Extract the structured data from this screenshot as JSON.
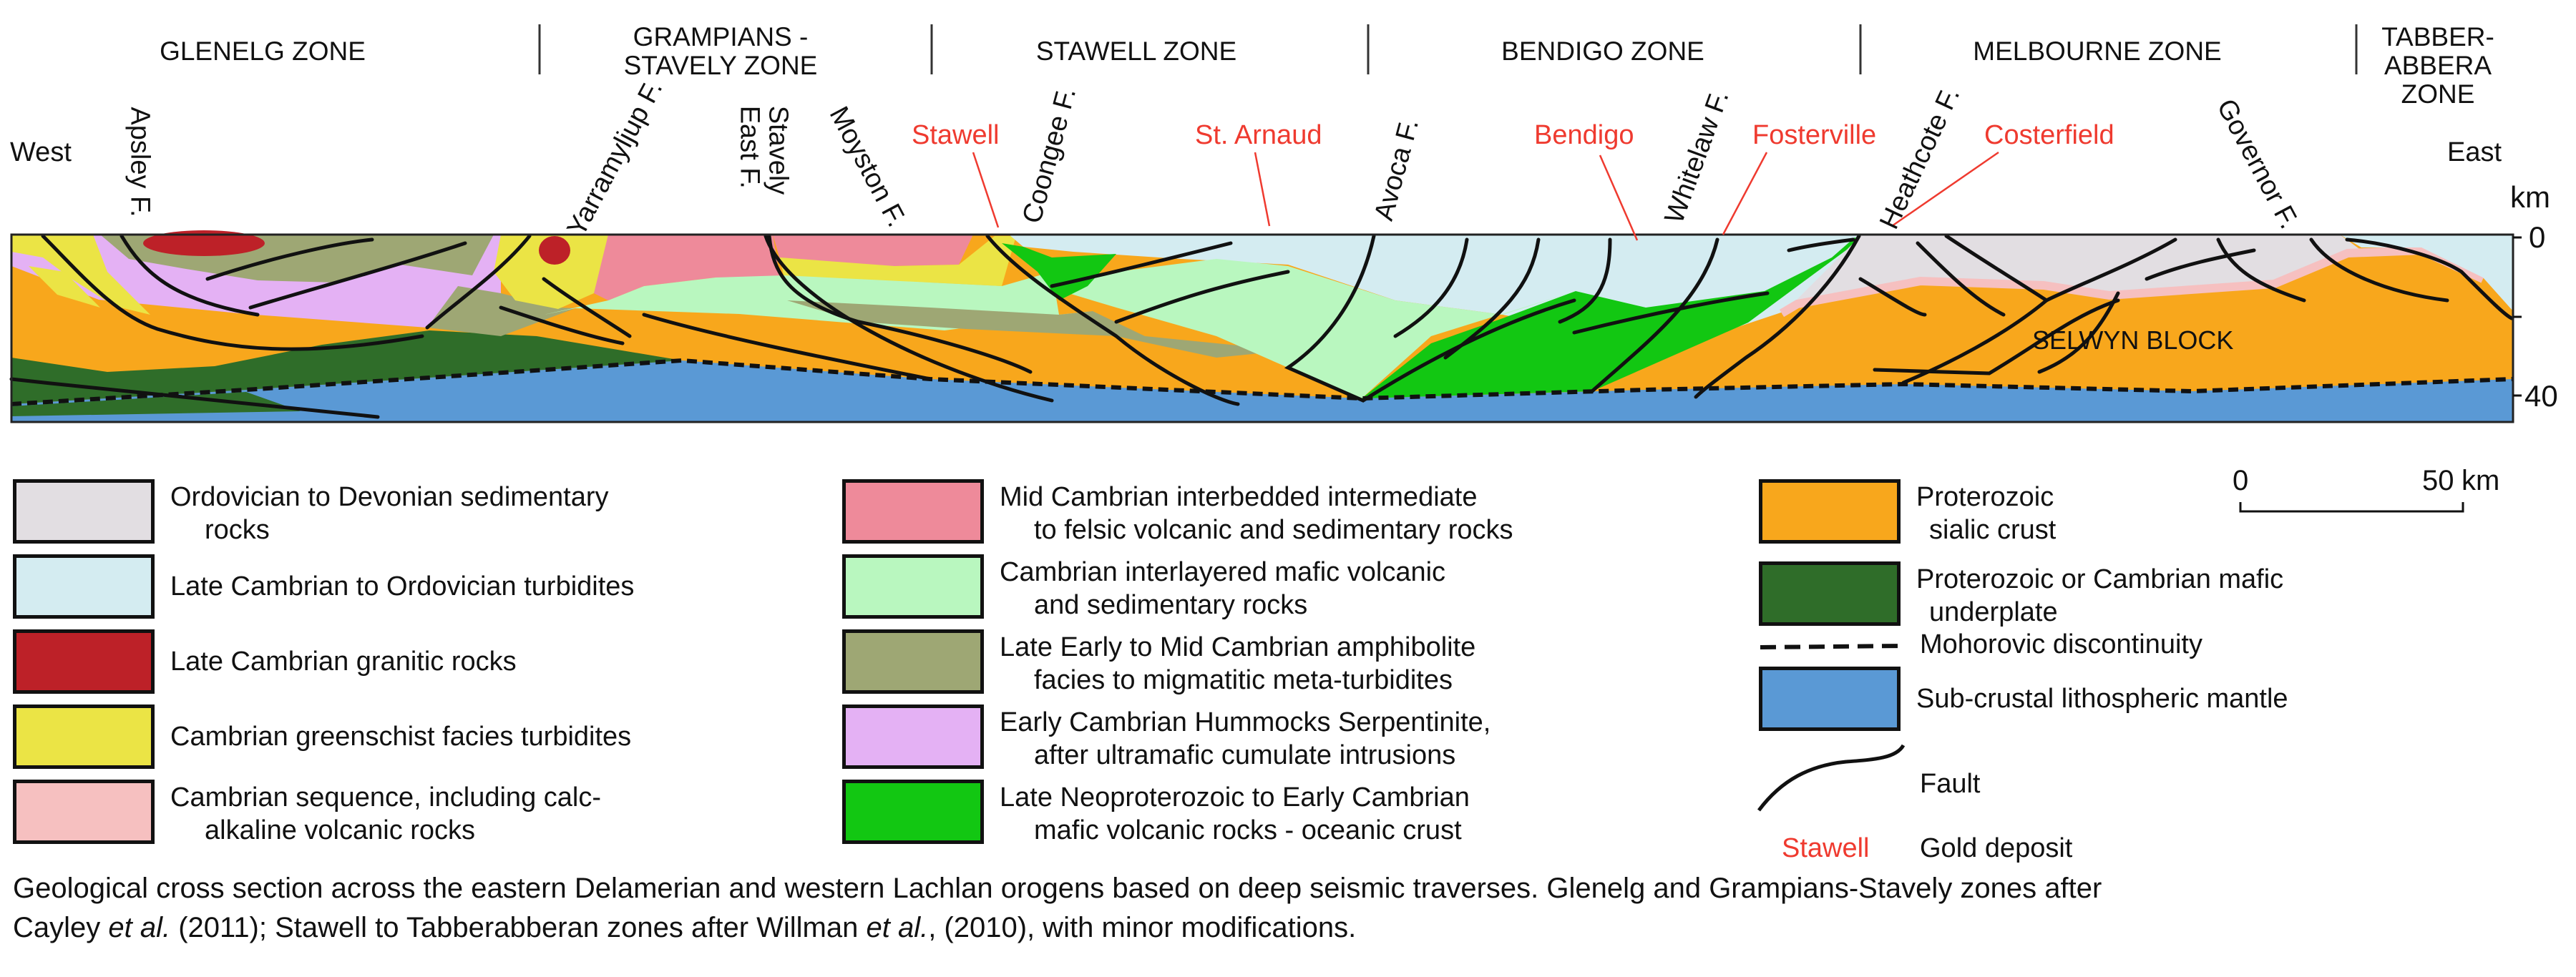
{
  "zones": [
    {
      "label": "GLENELG ZONE"
    },
    {
      "label": "GRAMPIANS - STAVELY ZONE",
      "lines": [
        "GRAMPIANS -",
        "STAVELY ZONE"
      ]
    },
    {
      "label": "STAWELL ZONE"
    },
    {
      "label": "BENDIGO ZONE"
    },
    {
      "label": "MELBOURNE ZONE"
    },
    {
      "label": "TABBER-ABBERA ZONE",
      "lines": [
        "TABBER-",
        "ABBERA",
        "ZONE"
      ]
    }
  ],
  "directions": {
    "west": "West",
    "east": "East"
  },
  "faults": {
    "apsley": "Apsley F.",
    "yarramyljup": "Yarramyljup F.",
    "stavely_east": [
      "Stavely",
      "East F."
    ],
    "moyston": "Moyston F.",
    "coongee": "Coongee F.",
    "avoca": "Avoca F.",
    "whitelaw": "Whitelaw F.",
    "heathcote": "Heathcote F.",
    "governor": "Governor F."
  },
  "gold_deposits": [
    "Stawell",
    "St. Arnaud",
    "Bendigo",
    "Fosterville",
    "Costerfield"
  ],
  "section_label": "SELWYN BLOCK",
  "depth_axis": {
    "unit": "km",
    "ticks": [
      "0",
      "40"
    ]
  },
  "scale_bar": {
    "start": "0",
    "end": "50",
    "unit": "km"
  },
  "colors": {
    "ordovician_devonian": "#e2dee2",
    "late_cambrian_ordovician_turbidites": "#d4ecf1",
    "late_cambrian_granitic": "#bd2128",
    "cambrian_greenschist": "#ebe445",
    "cambrian_sequence": "#f6c0c0",
    "mid_cambrian_volcanic": "#ee8a9a",
    "cambrian_mafic_volcanic": "#b9f7bf",
    "amphibolite": "#9ea774",
    "hummocks_serpentinite": "#e4b1f4",
    "oceanic_crust": "#12c712",
    "sialic_crust": "#f8a71c",
    "mafic_underplate": "#2f6d29",
    "mantle": "#5a99d5",
    "gold_label": "#ef3a2f"
  },
  "legend": {
    "col1": [
      {
        "l1": "Ordovician to Devonian sedimentary",
        "l2": "rocks",
        "color": "#e2dee2"
      },
      {
        "l1": "Late Cambrian to Ordovician turbidites",
        "l2": "",
        "color": "#d4ecf1"
      },
      {
        "l1": "Late Cambrian granitic rocks",
        "l2": "",
        "color": "#bd2128"
      },
      {
        "l1": "Cambrian greenschist facies turbidites",
        "l2": "",
        "color": "#ebe445"
      },
      {
        "l1": "Cambrian sequence, including calc-",
        "l2": "alkaline volcanic rocks",
        "color": "#f6c0c0"
      }
    ],
    "col2": [
      {
        "l1": "Mid Cambrian interbedded intermediate",
        "l2": "to felsic volcanic and sedimentary rocks",
        "color": "#ee8a9a"
      },
      {
        "l1": "Cambrian interlayered mafic volcanic",
        "l2": "and sedimentary rocks",
        "color": "#b9f7bf"
      },
      {
        "l1": "Late Early to Mid Cambrian amphibolite",
        "l2": "facies to migmatitic meta-turbidites",
        "color": "#9ea774"
      },
      {
        "l1": "Early Cambrian Hummocks Serpentinite,",
        "l2": "after ultramafic cumulate intrusions",
        "color": "#e4b1f4"
      },
      {
        "l1": "Late Neoproterozoic to Early Cambrian",
        "l2": "mafic volcanic rocks - oceanic crust",
        "color": "#12c712"
      }
    ],
    "col3": {
      "sialic": {
        "l1": "Proterozoic",
        "l2": "sialic crust",
        "color": "#f8a71c"
      },
      "underplate": {
        "l1": "Proterozoic or Cambrian mafic",
        "l2": "underplate",
        "color": "#2f6d29"
      },
      "moho": "Mohorovic discontinuity",
      "mantle": {
        "l1": "Sub-crustal lithospheric mantle",
        "color": "#5a99d5"
      },
      "fault": "Fault",
      "gold_example": "Stawell",
      "gold": "Gold deposit"
    }
  },
  "caption": {
    "line1": "Geological cross section across the eastern Delamerian and western Lachlan orogens based on deep seismic traverses.  Glenelg and Grampians-Stavely zones after",
    "line2_a": "Cayley ",
    "line2_b": "et al.",
    "line2_c": " (2011); Stawell to Tabberabberan zones after Willman ",
    "line2_d": "et al.",
    "line2_e": ", (2010), with minor modifications."
  }
}
